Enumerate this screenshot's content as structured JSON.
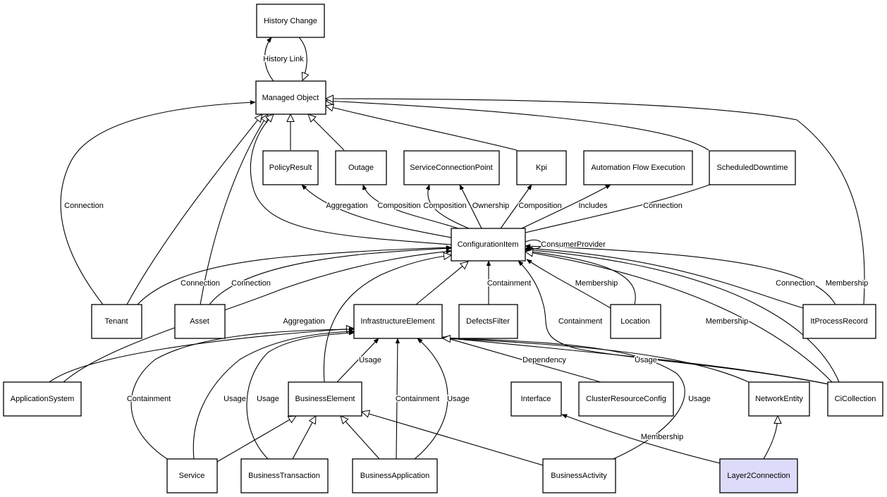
{
  "nodes": {
    "history_change": "History Change",
    "managed_object": "Managed Object",
    "policy_result": "PolicyResult",
    "outage": "Outage",
    "service_connection_point": "ServiceConnectionPoint",
    "kpi": "Kpi",
    "automation_flow_execution": "Automation Flow Execution",
    "scheduled_downtime": "ScheduledDowntime",
    "configuration_item": "ConfigurationItem",
    "tenant": "Tenant",
    "asset": "Asset",
    "infrastructure_element": "InfrastructureElement",
    "defects_filter": "DefectsFilter",
    "location": "Location",
    "it_process_record": "ItProcessRecord",
    "application_system": "ApplicationSystem",
    "business_element": "BusinessElement",
    "interface": "Interface",
    "cluster_resource_config": "ClusterResourceConfig",
    "network_entity": "NetworkEntity",
    "ci_collection": "CiCollection",
    "service": "Service",
    "business_transaction": "BusinessTransaction",
    "business_application": "BusinessApplication",
    "business_activity": "BusinessActivity",
    "layer2_connection": "Layer2Connection"
  },
  "edge_labels": {
    "history_link": "History Link",
    "connection_tenant_mo": "Connection",
    "aggregation_policy": "Aggregation",
    "composition_outage": "Composition",
    "composition_scp": "Composition",
    "ownership_scp": "Ownership",
    "composition_kpi": "Composition",
    "includes_afe": "Includes",
    "connection_sd": "Connection",
    "consumer_provider": "ConsumerProvider",
    "connection_tenant_ci": "Connection",
    "connection_asset_ci": "Connection",
    "containment_defects": "Containment",
    "membership_location": "Membership",
    "connection_itpr": "Connection",
    "membership_itpr": "Membership",
    "aggregation_appsys": "Aggregation",
    "containment_cicoll": "Containment",
    "membership_cicoll": "Membership",
    "usage_be": "Usage",
    "dependency_crc": "Dependency",
    "usage_cicoll": "Usage",
    "containment_service": "Containment",
    "usage_service": "Usage",
    "usage_bt": "Usage",
    "containment_ba": "Containment",
    "usage_ba": "Usage",
    "usage_bact": "Usage",
    "membership_l2c": "Membership"
  },
  "colors": {
    "line": "#000000",
    "node_fill": "#ffffff",
    "highlight_fill": "#dcdcfa"
  }
}
